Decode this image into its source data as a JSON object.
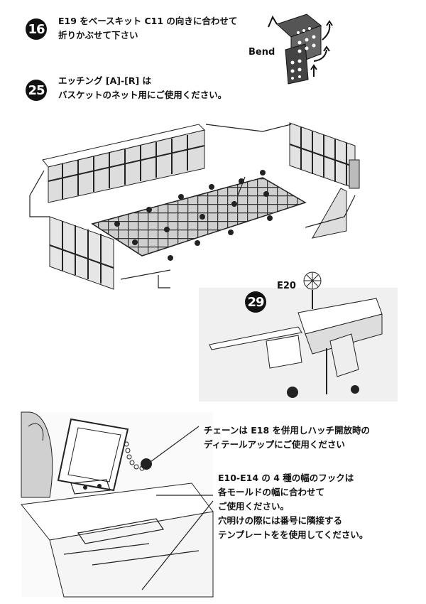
{
  "step16": {
    "number": "16",
    "line1": "E19 をベースキット C11 の向きに合わせて",
    "line2": "折りかぶせて下さい",
    "bend_label": "Bend"
  },
  "step25": {
    "number": "25",
    "line1": "エッチング [A]-[R] は",
    "line2": "バスケットのネット用にご使用ください。"
  },
  "step29": {
    "number": "29",
    "part_label": "E20"
  },
  "notes": {
    "chain_line1": "チェーンは E18 を併用しハッチ開放時の",
    "chain_line2": "ディテールアップにご使用ください",
    "hook_line1": "E10-E14 の 4 種の幅のフックは",
    "hook_line2": "各モールドの幅に合わせて",
    "hook_line3": "ご使用ください。",
    "hook_line4": "穴明けの際には番号に隣接する",
    "hook_line5": "テンプレートをを使用してください。"
  }
}
